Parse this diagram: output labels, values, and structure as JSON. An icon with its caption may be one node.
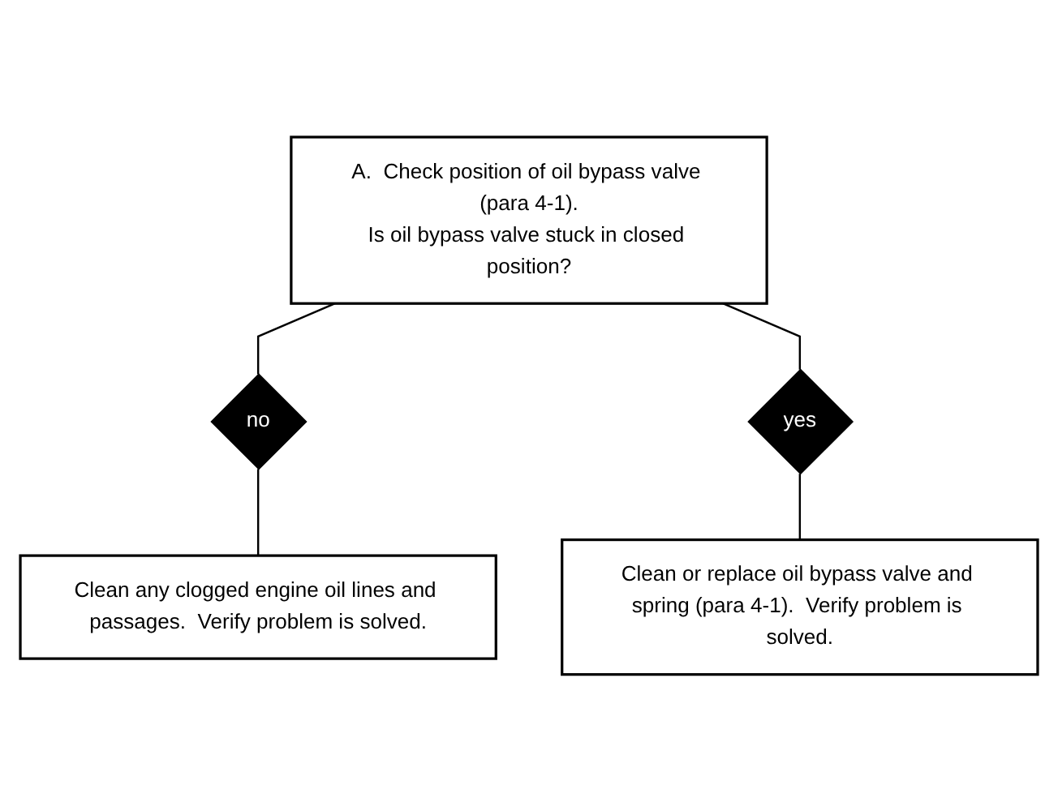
{
  "diagram": {
    "nodes": [
      {
        "text": [
          "A.  Check position of oil bypass valve (para 4-1).",
          "Is oil bypass valve stuck in closed position?"
        ]
      },
      {
        "text": [
          "no"
        ]
      },
      {
        "text": [
          "yes"
        ]
      },
      {
        "text": [
          "Clean or replace oil bypass valve and spring (para 4-1).  Verify problem is solved."
        ]
      },
      {
        "text": [
          "Clean any clogged engine oil lines and passages.  Verify problem is solved."
        ]
      }
    ],
    "edges": [
      {
        "from": 0,
        "to": 1,
        "arrow": "none"
      },
      {
        "from": 0,
        "to": 2,
        "arrow": "none"
      },
      {
        "from": 2,
        "to": 3,
        "arrow": "none"
      },
      {
        "from": 1,
        "to": 4,
        "arrow": "none"
      }
    ]
  }
}
